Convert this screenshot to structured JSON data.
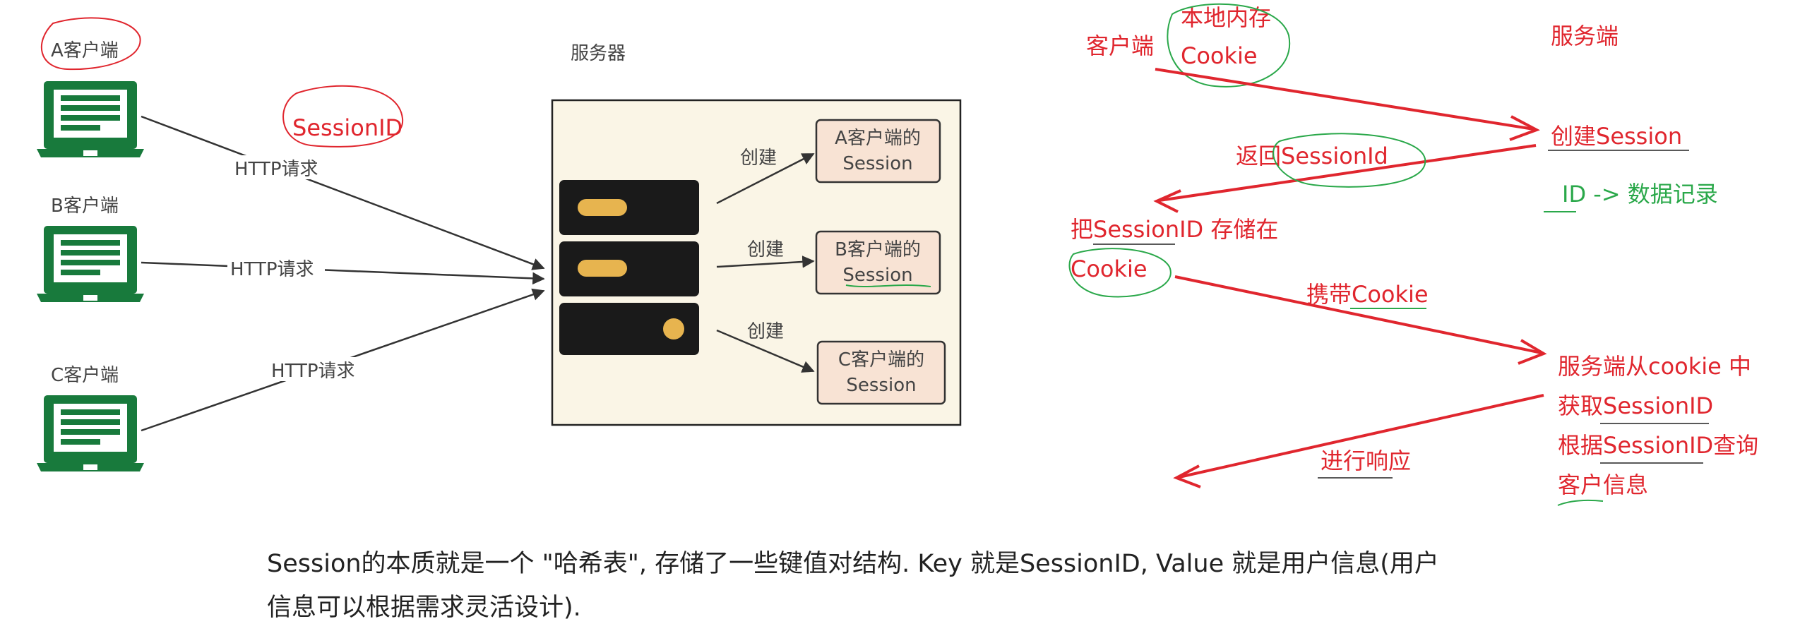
{
  "left_diagram": {
    "server_title": "服务器",
    "clients": [
      {
        "label": "A客户端"
      },
      {
        "label": "B客户端"
      },
      {
        "label": "C客户端"
      }
    ],
    "http_labels": [
      "HTTP请求",
      "HTTP请求",
      "HTTP请求"
    ],
    "sessionid_note": "SessionID",
    "create_labels": [
      "创建",
      "创建",
      "创建"
    ],
    "sessions": [
      {
        "line1": "A客户端的",
        "line2": "Session"
      },
      {
        "line1": "B客户端的",
        "line2": "Session"
      },
      {
        "line1": "C客户端的",
        "line2": "Session"
      }
    ]
  },
  "right_diagram": {
    "client_label": "客户端",
    "local_storage_line1": "本地内存",
    "local_storage_line2": "Cookie",
    "server_label": "服务端",
    "create_session": "创建Session",
    "id_record": "ID -> 数据记录",
    "return_sessionid": "返回SessionId",
    "store_line1": "把SessionID 存储在",
    "store_line2": "Cookie",
    "carry_cookie": "携带Cookie",
    "server_lookup": [
      "服务端从cookie 中",
      "获取SessionID",
      "根据SessionID查询",
      "客户信息"
    ],
    "respond": "进行响应"
  },
  "caption": {
    "text": "Session的本质就是一个 \"哈希表\", 存储了一些键值对结构. Key 就是SessionID, Value 就是用户信息(用户信息可以根据需求灵活设计)."
  },
  "colors": {
    "laptop": "#187a3c",
    "server": "#1a1a1a",
    "server_accent": "#e7b44f",
    "panel_bg": "#faf5e6",
    "session_bg": "#f8e3d4",
    "annotation_red": "#e0262e",
    "annotation_green": "#2aa84a"
  }
}
